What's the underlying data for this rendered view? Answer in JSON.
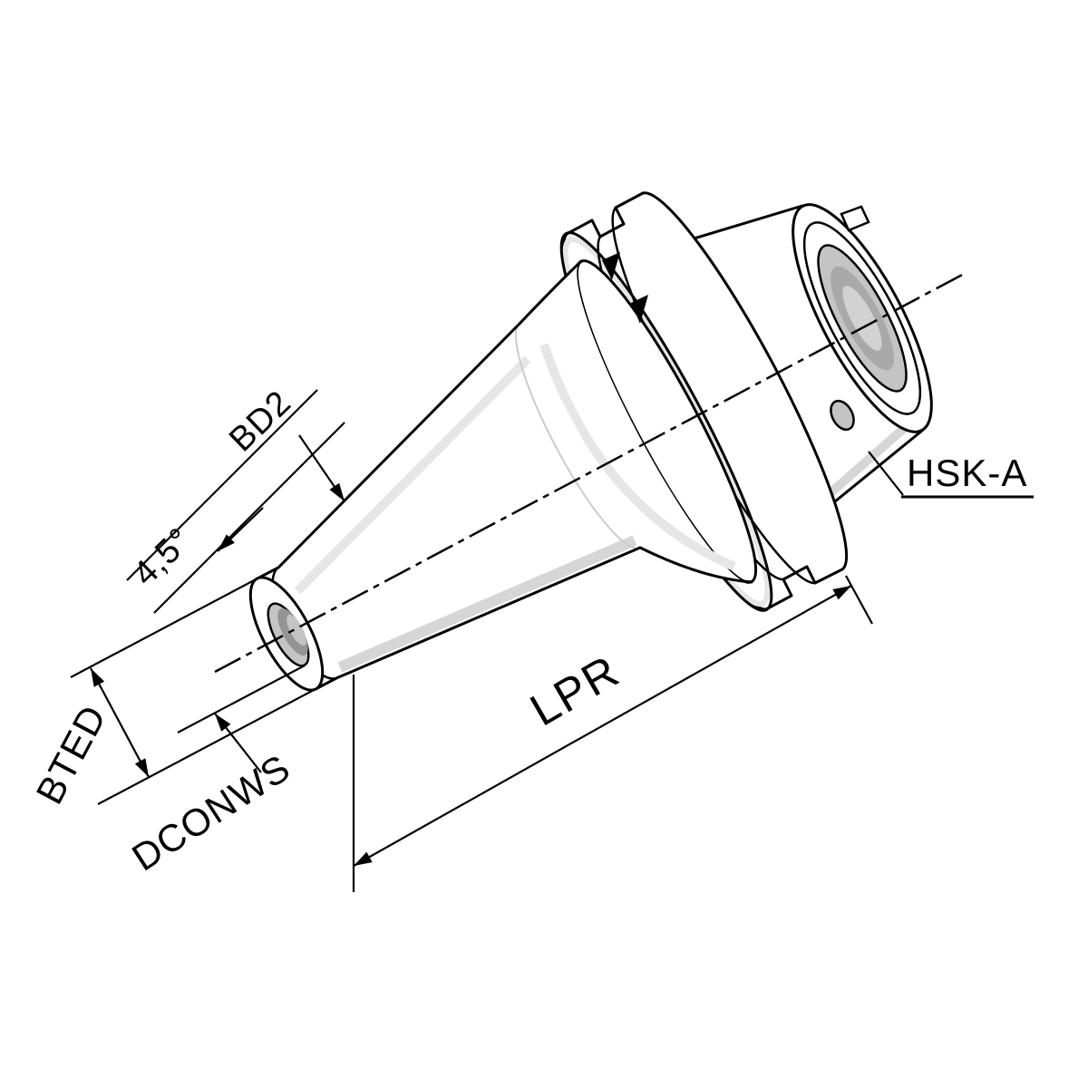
{
  "drawing": {
    "background": "#ffffff",
    "line_color": "#000000",
    "labels": {
      "angle": "4,5°",
      "bd2": "BD2",
      "hsk": "HSK-A",
      "bted": "BTED",
      "dconws": "DCONWS",
      "lpr": "LPR"
    },
    "shading": {
      "light": "#e6e6e6",
      "soft": "#d6d6d6",
      "mid": "#c4c4c4",
      "dark": "#949494",
      "bore_mid": "#a9a9a9",
      "bore_light": "#d2d2d2"
    }
  }
}
